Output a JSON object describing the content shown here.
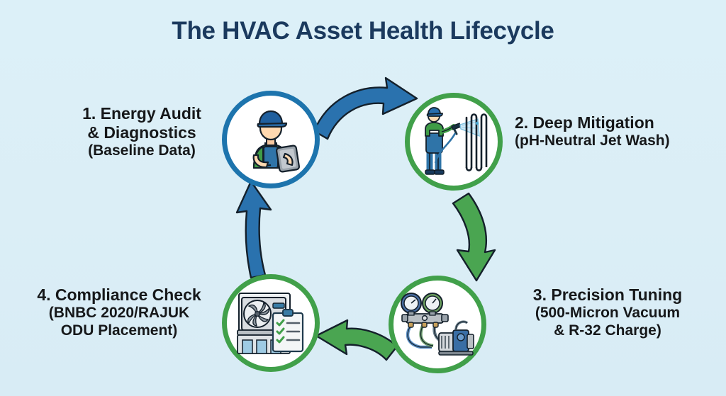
{
  "page": {
    "title": "The HVAC Asset Health Lifecycle",
    "background_color": "#dcf0f8",
    "title_color": "#1b3a5e"
  },
  "theme": {
    "blue": "#1d74ad",
    "blue_arrow": "#2a72ae",
    "green": "#41a04a",
    "green_arrow": "#4aa551",
    "outline": "#14202b",
    "text": "#16181a"
  },
  "cycle": {
    "steps": [
      {
        "number": "1",
        "line1": "1. Energy Audit",
        "line2": "& Diagnostics",
        "line3": "(Baseline Data)",
        "ring_color": "#1d74ad",
        "icon": "technician-with-tablet-icon"
      },
      {
        "number": "2",
        "line1": "2. Deep Mitigation",
        "line2": "(pH-Neutral Jet Wash)",
        "line3": "",
        "ring_color": "#41a04a",
        "icon": "worker-jet-washing-coil-icon"
      },
      {
        "number": "3",
        "line1": "3. Precision Tuning",
        "line2": "(500-Micron Vacuum",
        "line3": "& R-32 Charge)",
        "ring_color": "#41a04a",
        "icon": "manifold-gauges-vacuum-pump-icon"
      },
      {
        "number": "4",
        "line1": "4. Compliance Check",
        "line2": "(BNBC 2020/RAJUK",
        "line3": "ODU Placement)",
        "ring_color": "#41a04a",
        "icon": "condenser-unit-clipboard-icon"
      }
    ],
    "arrows": [
      {
        "name": "arrow-step1-to-step2",
        "color": "#2a72ae",
        "direction": "right"
      },
      {
        "name": "arrow-step2-to-step3",
        "color": "#4aa551",
        "direction": "down"
      },
      {
        "name": "arrow-step3-to-step4",
        "color": "#4aa551",
        "direction": "left"
      },
      {
        "name": "arrow-step4-to-step1",
        "color": "#2a72ae",
        "direction": "up"
      }
    ]
  }
}
